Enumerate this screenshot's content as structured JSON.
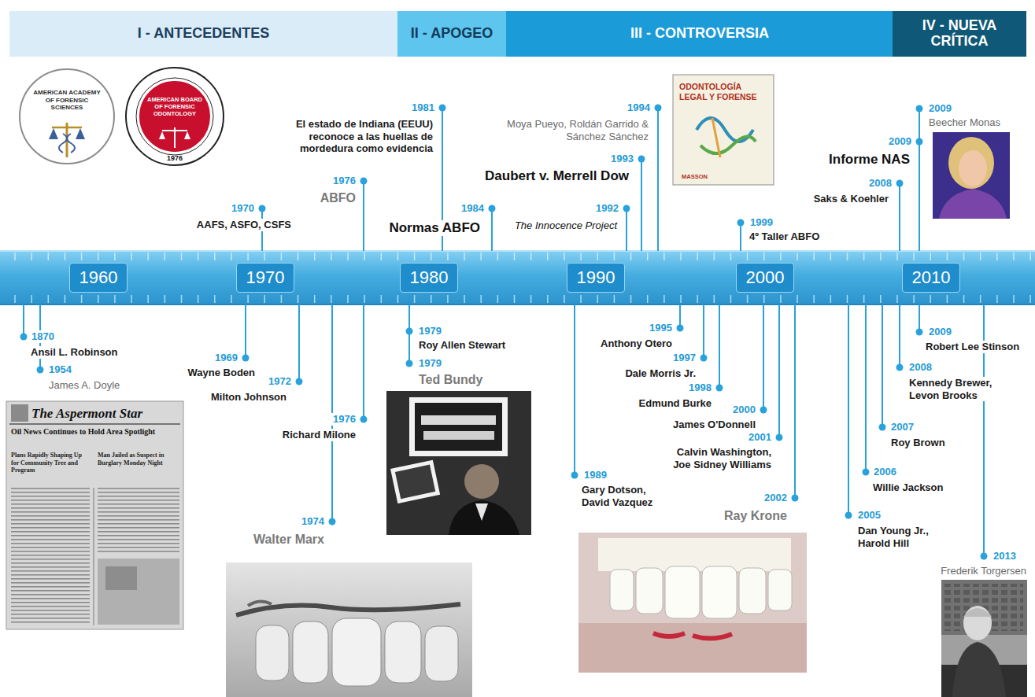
{
  "diagram": {
    "nodes": [
      {
        "text": [
          "I - ANTECEDENTES"
        ]
      },
      {
        "text": [
          "II - APOGEO"
        ]
      },
      {
        "text": [
          "III - CONTROVERSIA"
        ]
      },
      {
        "text": [
          "IV - NUEVA CRÍTICA"
        ]
      },
      {
        "text": [
          "1960"
        ]
      },
      {
        "text": [
          "1970"
        ]
      },
      {
        "text": [
          "1980"
        ]
      },
      {
        "text": [
          "1990"
        ]
      },
      {
        "text": [
          "2000"
        ]
      },
      {
        "text": [
          "2010"
        ]
      }
    ],
    "labels": [
      "AMERICAN ACADEMY OF FORENSIC SCIENCES",
      "AMERICAN BOARD OF FORENSIC ODONTOLOGY",
      "1976",
      "1970",
      "AAFS, ASFO, CSFS",
      "1976",
      "ABFO",
      "1981",
      "El estado de Indiana (EEUU) reconoce a las huellas de mordedura como evidencia",
      "1984",
      "Normas ABFO",
      "1992",
      "The Innocence Project",
      "1993",
      "Daubert v. Merrell Dow",
      "1994",
      "Moya Pueyo, Roldán Garrido & Sánchez Sánchez",
      "ODONTOLOGÍA LEGAL Y FORENSE",
      "MASSON",
      "1999",
      "4º Taller ABFO",
      "2008",
      "Saks & Koehler",
      "2009",
      "Informe NAS",
      "2009",
      "Beecher Monas",
      "1870",
      "Ansil L. Robinson",
      "1954",
      "James A. Doyle",
      "The Aspermont Star",
      "Oil News Continues to Hold Area Spotlight",
      "Plans Rapidly Shaping Up for Community Tree and Program",
      "Man Jailed as Suspect in Burglary Monday Night",
      "1969",
      "Wayne Boden",
      "1972",
      "Milton Johnson",
      "1974",
      "Walter Marx",
      "1976",
      "Richard Milone",
      "1979",
      "Roy Allen Stewart",
      "1979",
      "Ted Bundy",
      "1989",
      "Gary Dotson, David Vazquez",
      "1995",
      "Anthony Otero",
      "1997",
      "Dale Morris Jr.",
      "1998",
      "Edmund Burke",
      "2000",
      "James O'Donnell",
      "2001",
      "Calvin Washington, Joe Sidney Williams",
      "2002",
      "Ray Krone",
      "2005",
      "Dan Young Jr., Harold Hill",
      "2006",
      "Willie Jackson",
      "2007",
      "Roy Brown",
      "2008",
      "Kennedy Brewer, Levon Brooks",
      "2009",
      "Robert Lee Stinson",
      "2013",
      "Frederik Torgersen"
    ]
  }
}
